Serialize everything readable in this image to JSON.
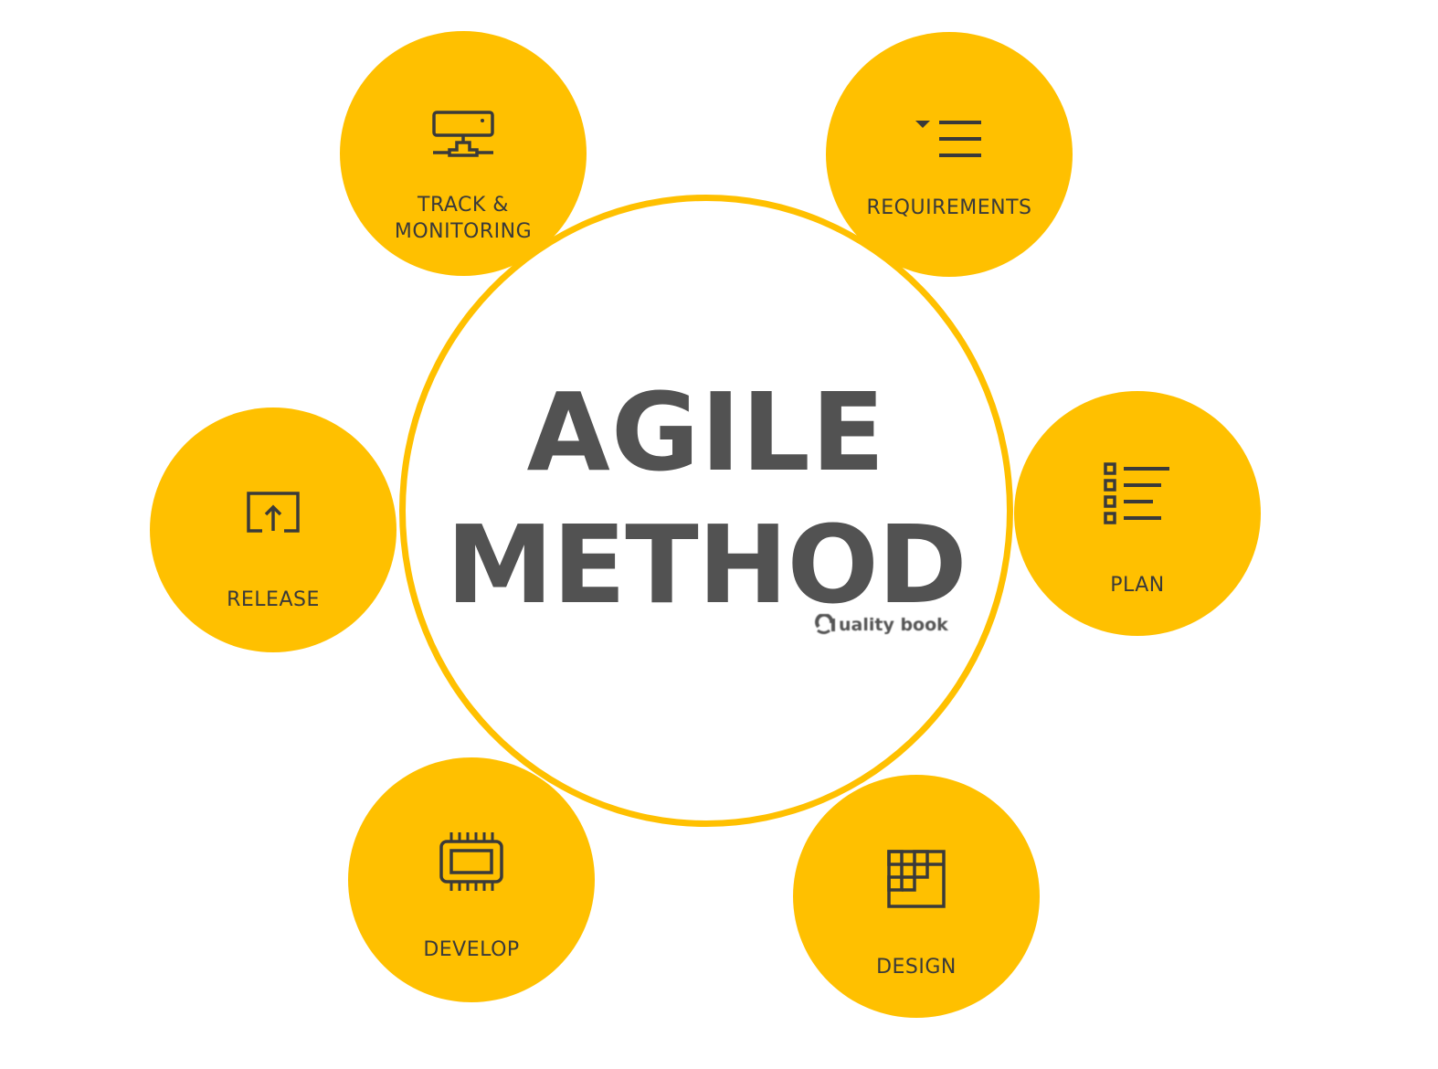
{
  "diagram": {
    "type": "cycle",
    "title_line1": "AGILE",
    "title_line2": "METHOD",
    "watermark": "uality book",
    "colors": {
      "accent": "#FFC000",
      "text": "#3a3a3a",
      "title": "#525252",
      "background": "#ffffff"
    },
    "nodes": [
      {
        "id": "track",
        "label_line1": "TRACK &",
        "label_line2": "MONITORING",
        "icon": "network-server-icon"
      },
      {
        "id": "requirements",
        "label_line1": "REQUIREMENTS",
        "label_line2": "",
        "icon": "dropdown-list-icon"
      },
      {
        "id": "plan",
        "label_line1": "PLAN",
        "label_line2": "",
        "icon": "checklist-icon"
      },
      {
        "id": "design",
        "label_line1": "DESIGN",
        "label_line2": "",
        "icon": "grid-layout-icon"
      },
      {
        "id": "develop",
        "label_line1": "DEVELOP",
        "label_line2": "",
        "icon": "chip-icon"
      },
      {
        "id": "release",
        "label_line1": "RELEASE",
        "label_line2": "",
        "icon": "upload-screen-icon"
      }
    ]
  }
}
